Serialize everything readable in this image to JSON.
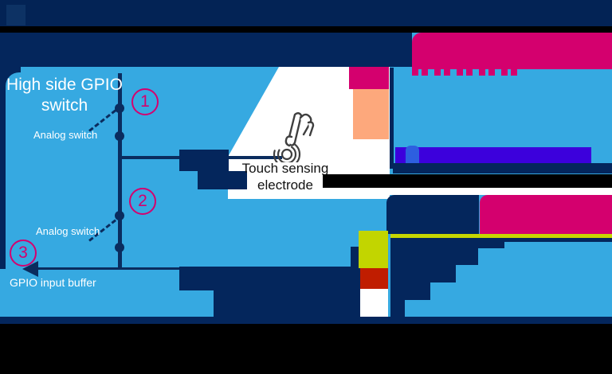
{
  "panel": {
    "title_line1": "High side GPIO",
    "title_line2": "switch",
    "analog_switch_top": "Analog switch",
    "analog_switch_bottom": "Analog switch",
    "gpio_input_buffer": "GPIO input buffer",
    "markers": [
      "1",
      "2",
      "3"
    ]
  },
  "electrode": {
    "label_line1": "Touch sensing",
    "label_line2": "electrode"
  },
  "colors": {
    "background": "#36a9e1",
    "navy": "#04265c",
    "header": "#032355",
    "magenta": "#d4006e",
    "orange": "#fda87c",
    "violet": "#3c00dc",
    "blue_bump": "#2d5fe0",
    "yellow_green": "#c2d500",
    "yellow_line": "#c6d600",
    "red": "#c01d00",
    "black": "#000000",
    "white": "#ffffff"
  }
}
